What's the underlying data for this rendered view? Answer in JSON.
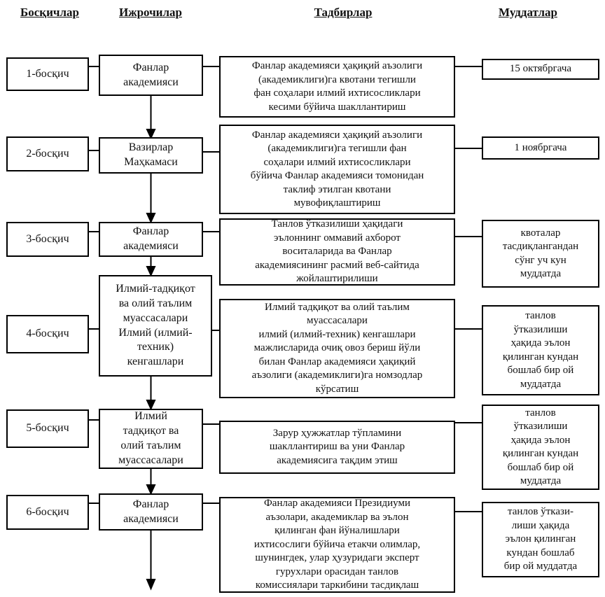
{
  "headers": [
    "Босқичлар",
    "Ижрочилар",
    "Тадбирлар",
    "Муддатлар"
  ],
  "rows": [
    {
      "stage": "1-босқич",
      "executor": "Фанлар\nакадемияси",
      "activity": "Фанлар академияси ҳақиқий аъзолиги\n(академиклиги)га квотани тегишли\nфан соҳалари илмий ихтисосликлари\nкесими бўйича шакллантириш",
      "deadline": "15 октябргача"
    },
    {
      "stage": "2-босқич",
      "executor": "Вазирлар\nМаҳкамаси",
      "activity": "Фанлар академияси ҳақиқий аъзолиги\n(академиклиги)га тегишли фан\nсоҳалари илмий ихтисосликлари\nбўйича Фанлар академияси томонидан\nтаклиф этилган квотани\nмувофиқлаштириш",
      "deadline": "1 ноябргача"
    },
    {
      "stage": "3-босқич",
      "executor": "Фанлар\nакадемияси",
      "activity": "Танлов ўтказилиши ҳақидаги\nэълоннинг оммавий ахборот\nвоситаларида ва Фанлар\nакадемиясининг расмий веб-сайтида\nжойлаштирилиши",
      "deadline": "квоталар\nтасдиқлангандан\nсўнг уч кун\nмуддатда"
    },
    {
      "stage": "4-босқич",
      "executor": "Илмий-тадқиқот\nва олий таълим\nмуассасалари\nИлмий (илмий-\nтехник)\nкенгашлари",
      "activity": "Илмий тадқиқот ва олий таълим\nмуассасалари\nилмий (илмий-техник) кенгашлари\nмажлисларида очиқ овоз бериш йўли\nбилан Фанлар академияси ҳақиқий\nаъзолиги (академиклиги)га номзодлар\nкўрсатиш",
      "deadline": "танлов\nўтказилиши\nҳақида эълон\nқилинган кундан\nбошлаб бир ой\nмуддатда"
    },
    {
      "stage": "5-босқич",
      "executor": "Илмий\nтадқиқот ва\nолий таълим\nмуассасалари",
      "activity": "Зарур ҳужжатлар тўпламини\nшакллантириш ва уни Фанлар\nакадемиясига тақдим этиш",
      "deadline": "танлов\nўтказилиши\nҳақида эълон\nқилинган кундан\nбошлаб бир ой\nмуддатда"
    },
    {
      "stage": "6-босқич",
      "executor": "Фанлар\nакадемияси",
      "activity": "Фанлар академияси Президиуми\nаъзолари, академиклар ва эълон\nқилинган фан йўналишлари\nихтисослиги бўйича етакчи олимлар,\nшунингдек, улар ҳузуридаги эксперт\nгурухлари орасидан танлов\nкомиссиялари таркибини тасдиқлаш",
      "deadline": "танлов ўткази-\nлиши ҳақида\nэълон қилинган\nкундан бошлаб\nбир ой муддатда"
    }
  ],
  "colors": {
    "line": "#000000",
    "border": "#000000",
    "background": "#ffffff",
    "text": "#111111"
  }
}
